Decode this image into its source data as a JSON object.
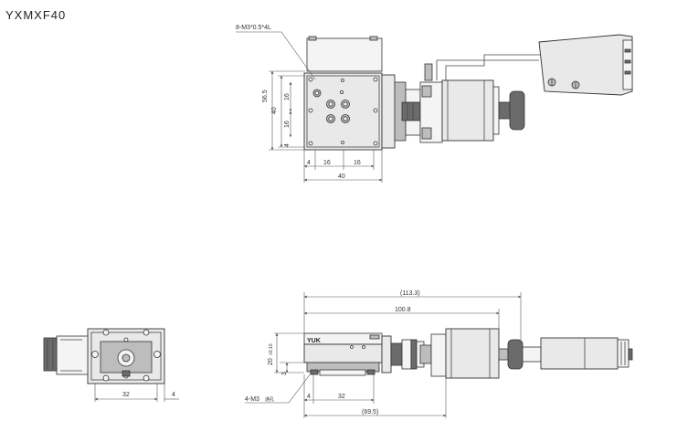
{
  "title": "YXMXF40",
  "top_view": {
    "callout": "8-M3*0.5*4L",
    "dims": {
      "h_total": "56.5",
      "h_40": "40",
      "h_16a": "16",
      "h_16b": "16",
      "h_4": "4",
      "w_4": "4",
      "w_16a": "16",
      "w_16b": "16",
      "w_40": "40"
    }
  },
  "side_view": {
    "logo": "YUK",
    "dims": {
      "len_113": "(113.3)",
      "len_100": "100.8",
      "h_20": "20",
      "h_20_tol": "±0.10",
      "h_3": "3",
      "w_4": "4",
      "w_32": "32",
      "len_69": "(69.5)"
    },
    "callout": "4-M3",
    "callout_suffix": "通孔"
  },
  "end_view": {
    "dims": {
      "w_32": "32",
      "w_4": "4"
    }
  }
}
